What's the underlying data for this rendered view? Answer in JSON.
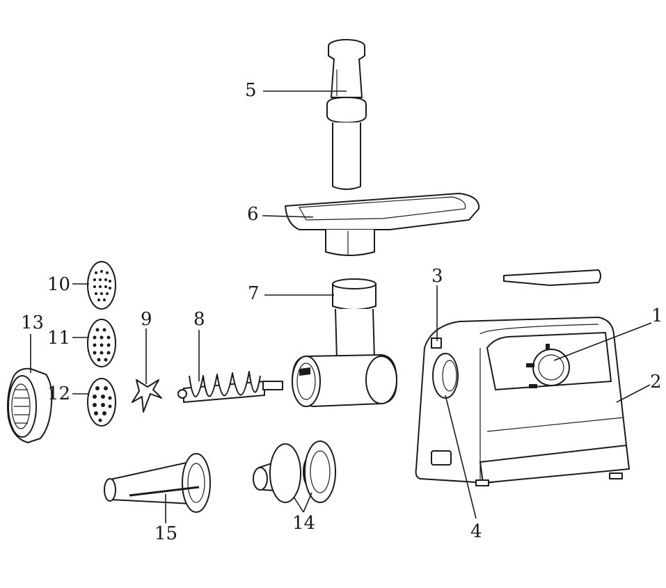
{
  "diagram": {
    "labels": {
      "l1": "1",
      "l2": "2",
      "l3": "3",
      "l4": "4",
      "l5": "5",
      "l6": "6",
      "l7": "7",
      "l8": "8",
      "l9": "9",
      "l10": "10",
      "l11": "11",
      "l12": "12",
      "l13": "13",
      "l14": "14",
      "l15": "15"
    }
  }
}
